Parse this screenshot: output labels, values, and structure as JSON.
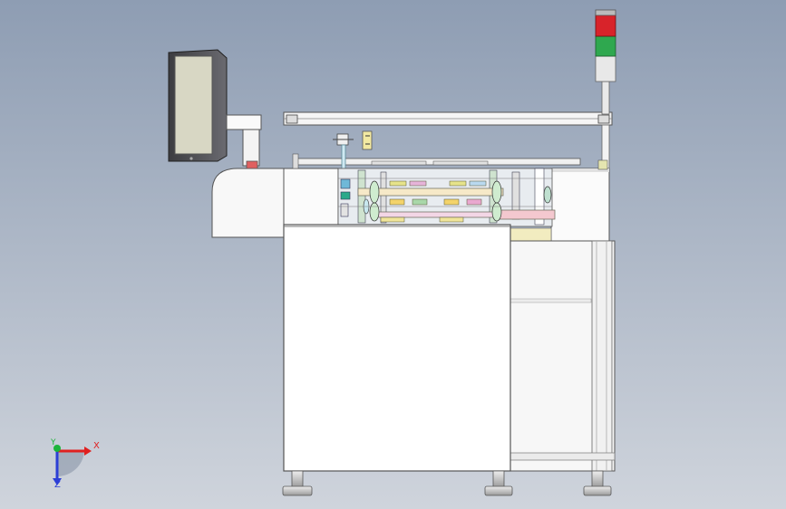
{
  "viewport": {
    "background_top": "#8e9db3",
    "background_bottom": "#cfd4dc"
  },
  "model": {
    "signal_tower_colors": [
      "#d8232a",
      "#2fa84f",
      "#e8e8e8"
    ],
    "motor_color": "#e0141e",
    "rail_color": "#f2ecc0",
    "frame_color": "#ffffff",
    "monitor_screen_color": "#d8d7c4"
  },
  "triad": {
    "x_label": "X",
    "y_label": "Y",
    "z_label": "Z",
    "x_color": "#e02020",
    "y_color": "#1bb53a",
    "z_color": "#2c3fd6"
  }
}
